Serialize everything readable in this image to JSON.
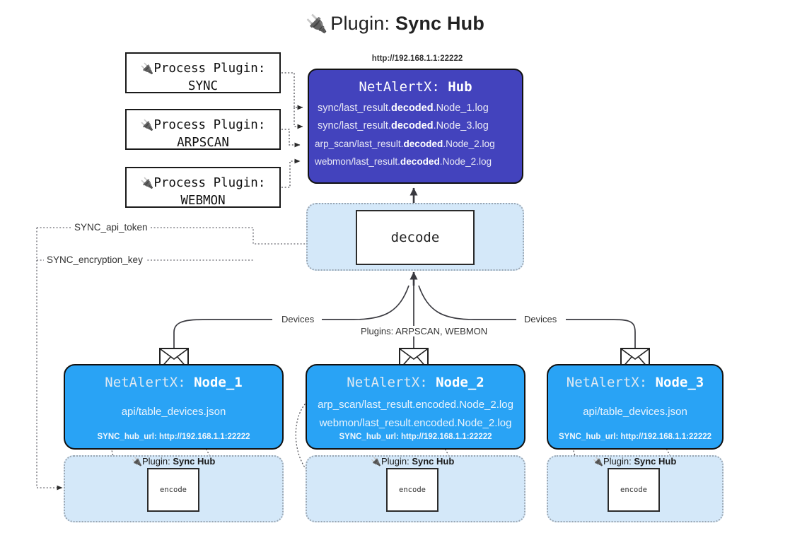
{
  "title": {
    "icon": "plug-icon",
    "prefix": "Plugin:",
    "name": "Sync Hub"
  },
  "colors": {
    "hub_fill": "#4343bd",
    "node_fill": "#29a3f5",
    "container_fill": "#d4e8f9",
    "border": "#111111"
  },
  "process_plugins": [
    {
      "icon": "plug-icon",
      "line1": "Process Plugin:",
      "line2": "SYNC"
    },
    {
      "icon": "plug-icon",
      "line1": "Process Plugin:",
      "line2": "ARPSCAN"
    },
    {
      "icon": "plug-icon",
      "line1": "Process Plugin:",
      "line2": "WEBMON"
    }
  ],
  "hub": {
    "url": "http://192.168.1.1:22222",
    "title_prefix": "NetAlertX:",
    "title_name": "Hub",
    "lines": [
      {
        "pre": "sync/last_result.",
        "bold": "decoded",
        "post": ".Node_1.log"
      },
      {
        "pre": "sync/last_result.",
        "bold": "decoded",
        "post": ".Node_3.log"
      },
      {
        "pre": "arp_scan/last_result.",
        "bold": "decoded",
        "post": ".Node_2.log"
      },
      {
        "pre": "webmon/last_result.",
        "bold": "decoded",
        "post": ".Node_2.log"
      }
    ]
  },
  "decode": {
    "label": "decode"
  },
  "keys": [
    {
      "label": "SYNC_api_token"
    },
    {
      "label": "SYNC_encryption_key"
    }
  ],
  "edge_labels": {
    "devices_left": "Devices",
    "plugins_center": "Plugins: ARPSCAN, WEBMON",
    "devices_right": "Devices"
  },
  "nodes": [
    {
      "title_prefix": "NetAlertX:",
      "title_name": "Node_1",
      "body": [
        "api/table_devices.json"
      ],
      "footer": "SYNC_hub_url: http://192.168.1.1:22222",
      "plugin_label_prefix": "Plugin:",
      "plugin_label_name": "Sync Hub",
      "encode_label": "encode"
    },
    {
      "title_prefix": "NetAlertX:",
      "title_name": "Node_2",
      "body": [
        "arp_scan/last_result.encoded.Node_2.log",
        "webmon/last_result.encoded.Node_2.log"
      ],
      "footer": "SYNC_hub_url: http://192.168.1.1:22222",
      "plugin_label_prefix": "Plugin:",
      "plugin_label_name": "Sync Hub",
      "encode_label": "encode"
    },
    {
      "title_prefix": "NetAlertX:",
      "title_name": "Node_3",
      "body": [
        "api/table_devices.json"
      ],
      "footer": "SYNC_hub_url: http://192.168.1.1:22222",
      "plugin_label_prefix": "Plugin:",
      "plugin_label_name": "Sync Hub",
      "encode_label": "encode"
    }
  ],
  "icons": {
    "plug": "🔌",
    "envelope": "envelope-icon"
  }
}
